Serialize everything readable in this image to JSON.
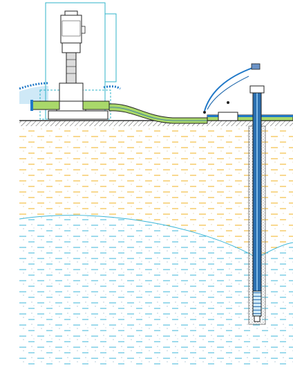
{
  "diagram": {
    "type": "well-pump-cross-section",
    "text_labels": [],
    "layers": [
      {
        "name": "ground-surface",
        "fill_pattern": "hatch"
      },
      {
        "name": "dry-soil",
        "color": "#f2b21f"
      },
      {
        "name": "saturated-aquifer",
        "color": "#3bb6d8"
      }
    ],
    "components": [
      {
        "name": "vertical-multistage-pump",
        "color": "#7a7a7a"
      },
      {
        "name": "suction-hose",
        "color": "#6fbf3b"
      },
      {
        "name": "well-casing",
        "color": "#2a6fb0"
      },
      {
        "name": "well-screen",
        "pattern": "slotted"
      },
      {
        "name": "gravel-pack",
        "pattern": "stipple"
      },
      {
        "name": "drawdown-cone-line",
        "color": "#3bb6d8"
      },
      {
        "name": "surface-water-pipe",
        "color": "#2a6fb0"
      }
    ],
    "colors": {
      "pump_frame": "#2fb3c9",
      "pipe_blue": "#1f78c8",
      "hose_green": "#a9d86a",
      "soil_yellow": "#f2b21f",
      "water_blue": "#3bb6d8",
      "ground_gray": "#8c8c8c"
    }
  }
}
